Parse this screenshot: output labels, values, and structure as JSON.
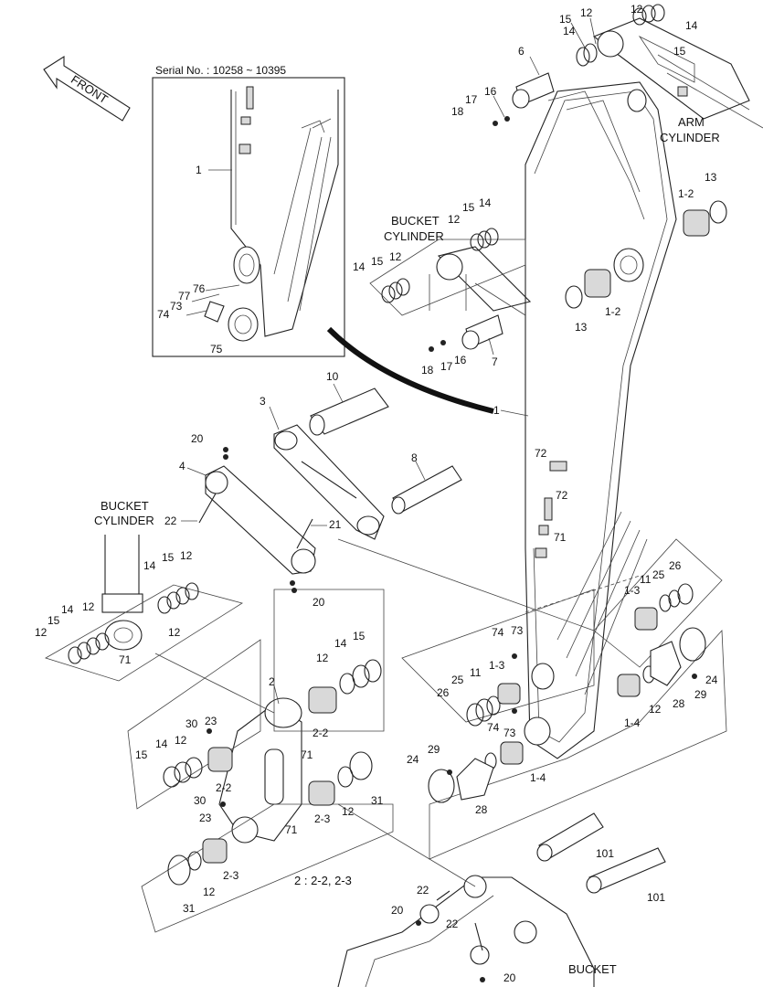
{
  "serial_note": "Serial No. : 10258 ~ 10395",
  "front_label": "FRONT",
  "captions": {
    "arm_cylinder_1": "ARM",
    "arm_cylinder_2": "CYLINDER",
    "bucket_cyl_top_1": "BUCKET",
    "bucket_cyl_top_2": "CYLINDER",
    "bucket_cyl_left_1": "BUCKET",
    "bucket_cyl_left_2": "CYLINDER",
    "bucket": "BUCKET",
    "note": "2 : 2-2, 2-3"
  },
  "labels": {
    "l1a": "1",
    "l1b": "1",
    "l1c": "1-2",
    "l1d": "1-2",
    "l1e": "1-3",
    "l1f": "1-3",
    "l1g": "1-4",
    "l1h": "1-4",
    "l2": "2",
    "l2a": "2-2",
    "l2b": "2-2",
    "l2c": "2-3",
    "l2d": "2-3",
    "l3": "3",
    "l4": "4",
    "l6": "6",
    "l7": "7",
    "l8": "8",
    "l10": "10",
    "l11a": "11",
    "l11b": "11",
    "l12a": "12",
    "l12b": "12",
    "l12c": "12",
    "l12d": "12",
    "l12e": "12",
    "l12f": "12",
    "l12g": "12",
    "l12h": "12",
    "l12i": "12",
    "l12j": "12",
    "l12k": "12",
    "l12l": "12",
    "l12m": "12",
    "l13a": "13",
    "l13b": "13",
    "l14a": "14",
    "l14b": "14",
    "l14c": "14",
    "l14d": "14",
    "l14e": "14",
    "l14f": "14",
    "l14g": "14",
    "l14h": "14",
    "l15a": "15",
    "l15b": "15",
    "l15c": "15",
    "l15d": "15",
    "l15e": "15",
    "l15f": "15",
    "l15g": "15",
    "l15h": "15",
    "l16a": "16",
    "l16b": "16",
    "l17a": "17",
    "l17b": "17",
    "l18a": "18",
    "l18b": "18",
    "l20a": "20",
    "l20b": "20",
    "l20c": "20",
    "l20d": "20",
    "l21": "21",
    "l22a": "22",
    "l22b": "22",
    "l22c": "22",
    "l23a": "23",
    "l23b": "23",
    "l24a": "24",
    "l24b": "24",
    "l25a": "25",
    "l25b": "25",
    "l26a": "26",
    "l26b": "26",
    "l28a": "28",
    "l28b": "28",
    "l29a": "29",
    "l29b": "29",
    "l30a": "30",
    "l30b": "30",
    "l31a": "31",
    "l31b": "31",
    "l71a": "71",
    "l71b": "71",
    "l71c": "71",
    "l71d": "71",
    "l72a": "72",
    "l72b": "72",
    "l73a": "73",
    "l73b": "73",
    "l73c": "73",
    "l74a": "74",
    "l74b": "74",
    "l74c": "74",
    "l75": "75",
    "l76": "76",
    "l77": "77",
    "l101a": "101",
    "l101b": "101"
  }
}
